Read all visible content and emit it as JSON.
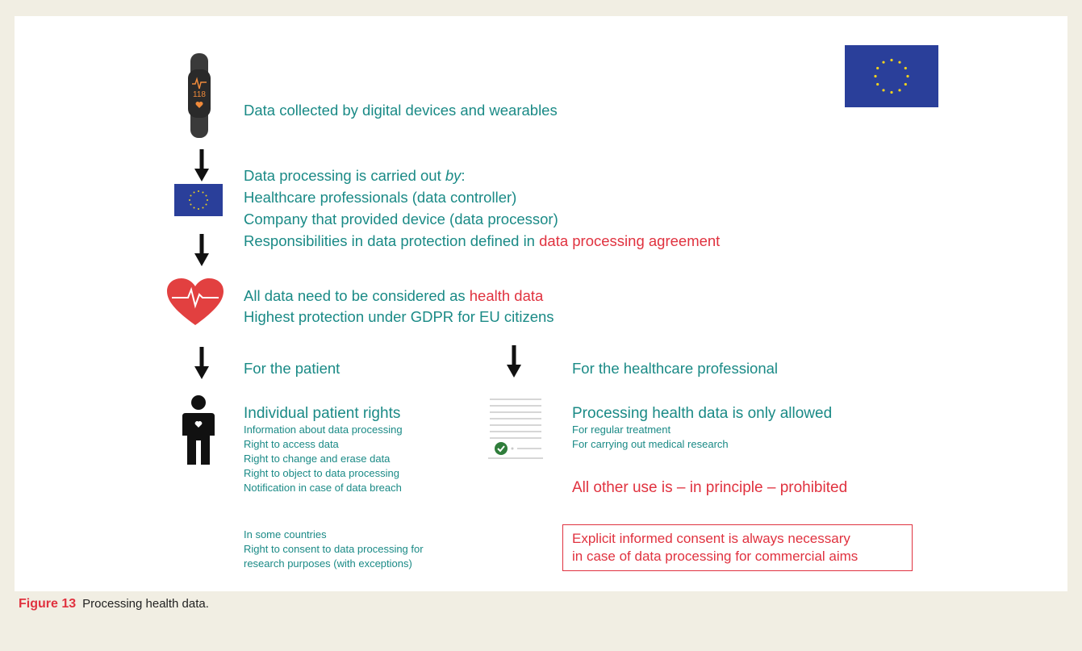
{
  "line_device": "Data collected by digital devices and wearables",
  "watch_reading": "118",
  "processing": {
    "heading_prefix": "Data processing is carried out ",
    "heading_italic": "by",
    "heading_suffix": ":",
    "lines": [
      "Healthcare professionals (data controller)",
      "Company that provided device (data processor)"
    ],
    "responsibility_prefix": "Responsibilities in data protection defined in ",
    "responsibility_highlight": "data processing agreement"
  },
  "health": {
    "line1_prefix": "All data need to be considered as ",
    "line1_highlight": "health data",
    "line2": "Highest protection under GDPR for EU citizens"
  },
  "patient": {
    "title": "For the patient",
    "heading": "Individual patient rights",
    "rights": [
      "Information about data processing",
      "Right to access data",
      "Right to change and erase data",
      "Right to object to data processing",
      "Notification in case of data breach"
    ],
    "extra": [
      "In some countries",
      "Right to consent to data processing for",
      "research purposes (with exceptions)"
    ]
  },
  "professional": {
    "title": "For the healthcare professional",
    "heading": "Processing health data is only allowed",
    "allowed": [
      "For regular treatment",
      "For carrying out medical research"
    ],
    "prohibited": "All other use is – in principle – prohibited",
    "consent": [
      "Explicit informed consent is always necessary",
      "in case of data processing for commercial aims"
    ]
  },
  "caption": {
    "label": "Figure 13",
    "text": "Processing health data."
  },
  "colors": {
    "teal": "#1a8a86",
    "red": "#e0323f",
    "eu_blue": "#2a3f9a",
    "eu_star": "#f2d21d"
  }
}
